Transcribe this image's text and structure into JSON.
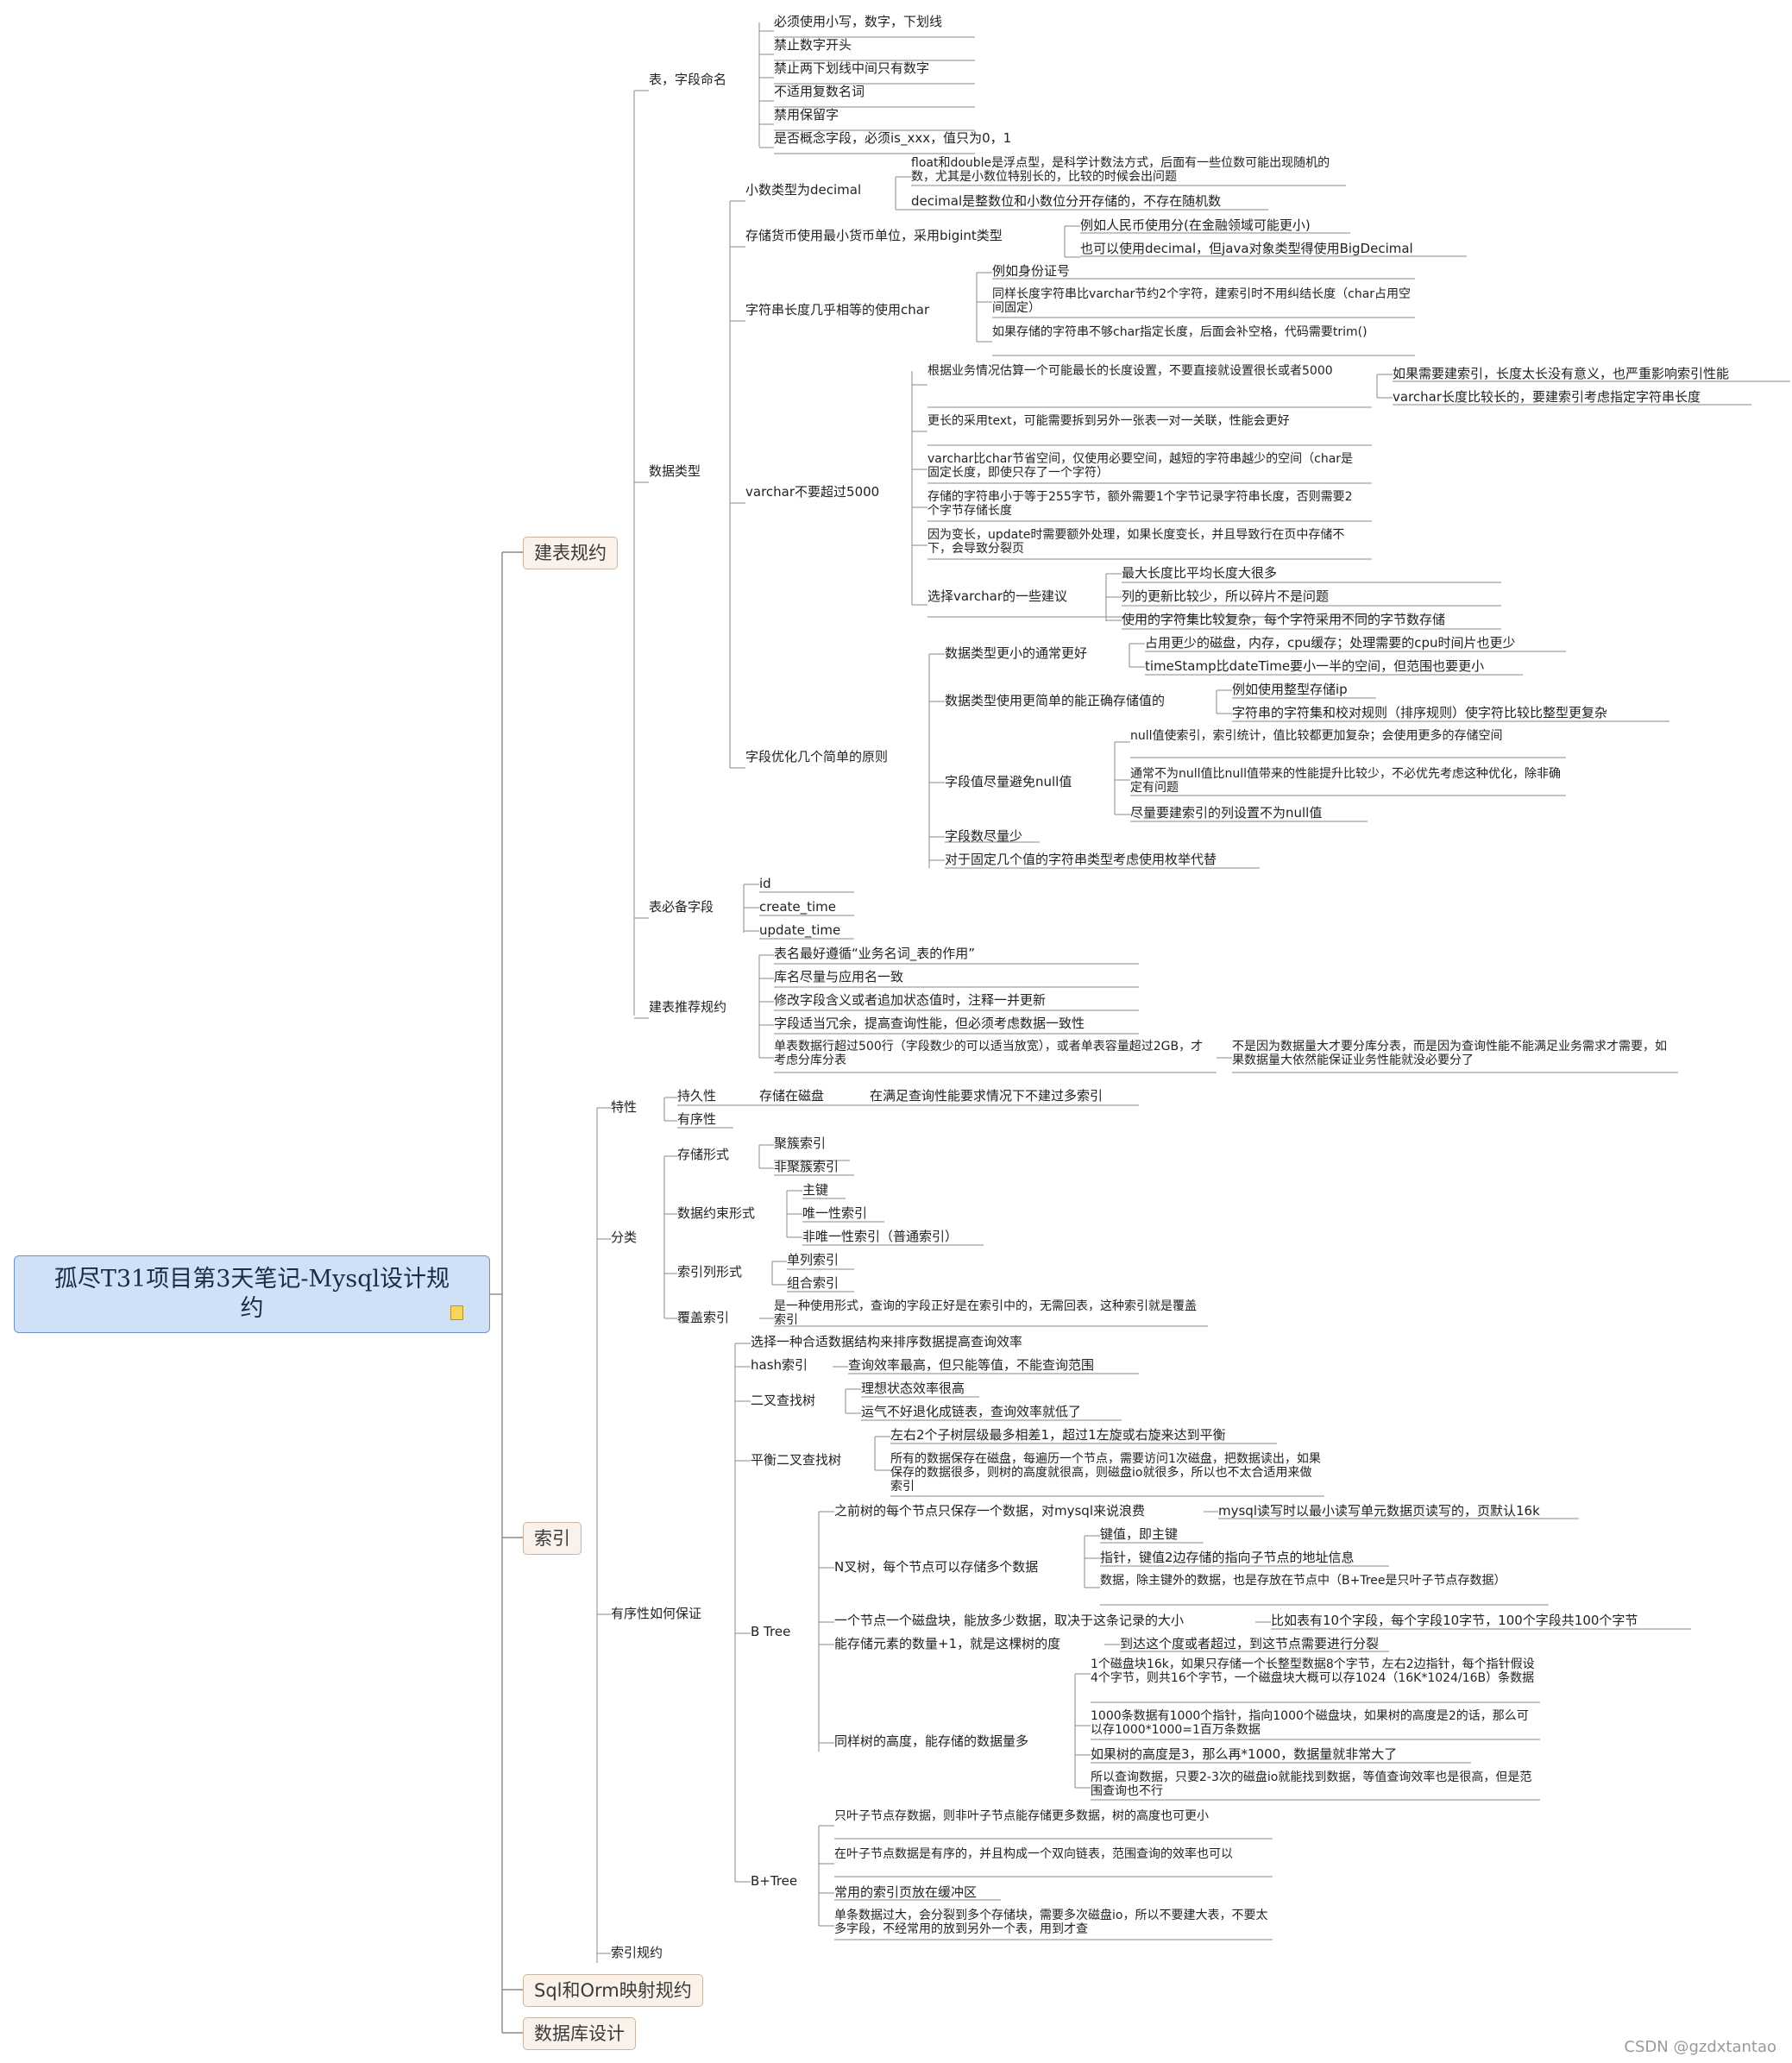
{
  "root": "孤尽T31项目第3天笔记-Mysql设计规约",
  "watermark": "CSDN @gzdxtantao",
  "colors": {
    "root_fill": "#cfe0f7",
    "main_fill": "#faf2ea",
    "line": "#8a8a8a"
  },
  "main": {
    "jianbiao": "建表规约",
    "suoyin": "索引",
    "orm": "Sql和Orm映射规约",
    "db": "数据库设计"
  },
  "nodes": {
    "biao_ziduan": "表，字段命名",
    "mingming": [
      "必须使用小写，数字，下划线",
      "禁止数字开头",
      "禁止两下划线中间只有数字",
      "不适用复数名词",
      "禁用保留字",
      "是否概念字段，必须is_xxx，值只为0，1"
    ],
    "shujuleixing": "数据类型",
    "xiaoshu": "小数类型为decimal",
    "xiaoshu_c": [
      "float和double是浮点型，是科学计数法方式，后面有一些位数可能出现随机的数，尤其是小数位特别长的，比较的时候会出问题",
      "decimal是整数位和小数位分开存储的，不存在随机数"
    ],
    "huobi": "存储货币使用最小货币单位，采用bigint类型",
    "huobi_c": [
      "例如人民币使用分(在金融领域可能更小)",
      "也可以使用decimal，但java对象类型得使用BigDecimal"
    ],
    "char": "字符串长度几乎相等的使用char",
    "char_c": [
      "例如身份证号",
      "同样长度字符串比varchar节约2个字符，建索引时不用纠结长度（char占用空间固定）",
      "如果存储的字符串不够char指定长度，后面会补空格，代码需要trim()"
    ],
    "varchar": "varchar不要超过5000",
    "varchar_c": [
      "根据业务情况估算一个可能最长的长度设置，不要直接就设置很长或者5000",
      "更长的采用text，可能需要拆到另外一张表一对一关联，性能会更好",
      "varchar比char节省空间，仅使用必要空间，越短的字符串越少的空间（char是固定长度，即使只存了一个字符）",
      "存储的字符串小于等于255字节，额外需要1个字节记录字符串长度，否则需要2个字节存储长度",
      "因为变长，update时需要额外处理，如果长度变长，并且导致行在页中存储不下，会导致分裂页",
      "选择varchar的一些建议"
    ],
    "varchar_len_c": [
      "如果需要建索引，长度太长没有意义，也严重影响索引性能",
      "varchar长度比较长的，要建索引考虑指定字符串长度"
    ],
    "varchar_jy": [
      "最大长度比平均长度大很多",
      "列的更新比较少，所以碎片不是问题",
      "使用的字符集比较复杂，每个字符采用不同的字节数存储"
    ],
    "youhua": "字段优化几个简单的原则",
    "youhua_c": [
      "数据类型更小的通常更好",
      "数据类型使用更简单的能正确存储值的",
      "字段值尽量避免null值",
      "字段数尽量少",
      "对于固定几个值的字符串类型考虑使用枚举代替"
    ],
    "gengxiao_c": [
      "占用更少的磁盘，内存，cpu缓存；处理需要的cpu时间片也更少",
      "timeStamp比dateTime要小一半的空间，但范围也要更小"
    ],
    "jiandan_c": [
      "例如使用整型存储ip",
      "字符串的字符集和校对规则（排序规则）使字符比较比整型更复杂"
    ],
    "null_c": [
      "null值使索引，索引统计，值比较都更加复杂；会使用更多的存储空间",
      "通常不为null值比null值带来的性能提升比较少，不必优先考虑这种优化，除非确定有问题",
      "尽量要建索引的列设置不为null值"
    ],
    "bibei": "表必备字段",
    "bibei_c": [
      "id",
      "create_time",
      "update_time"
    ],
    "tuijian": "建表推荐规约",
    "tuijian_c": [
      "表名最好遵循“业务名词_表的作用”",
      "库名尽量与应用名一致",
      "修改字段含义或者追加状态值时，注释一并更新",
      "字段适当冗余，提高查询性能，但必须考虑数据一致性",
      "单表数据行超过500行（字段数少的可以适当放宽），或者单表容量超过2GB，才考虑分库分表"
    ],
    "fenku_c": "不是因为数据量大才要分库分表，而是因为查询性能不能满足业务需求才需要，如果数据量大依然能保证业务性能就没必要分了",
    "texing": "特性",
    "chijiu": "持久性",
    "cipan": "存储在磁盘",
    "cipan_c": "在满足查询性能要求情况下不建过多索引",
    "youxu": "有序性",
    "fenlei": "分类",
    "cunchu": "存储形式",
    "cunchu_c": [
      "聚簇索引",
      "非聚簇索引"
    ],
    "yueshu": "数据约束形式",
    "yueshu_c": [
      "主键",
      "唯一性索引",
      "非唯一性索引（普通索引）"
    ],
    "lie": "索引列形式",
    "lie_c": [
      "单列索引",
      "组合索引"
    ],
    "fugai": "覆盖索引",
    "fugai_c": "是一种使用形式，查询的字段正好是在索引中的，无需回表，这种索引就是覆盖索引",
    "baozheng": "有序性如何保证",
    "xuanze": "选择一种合适数据结构来排序数据提高查询效率",
    "hash": "hash索引",
    "hash_c": "查询效率最高，但只能等值，不能查询范围",
    "erchashu": "二叉查找树",
    "erchashu_c": [
      "理想状态效率很高",
      "运气不好退化成链表，查询效率就低了"
    ],
    "pingheng": "平衡二叉查找树",
    "pingheng_c": [
      "左右2个子树层级最多相差1，超过1左旋或右旋来达到平衡",
      "所有的数据保存在磁盘，每遍历一个节点，需要访问1次磁盘，把数据读出，如果保存的数据很多，则树的高度就很高，则磁盘io就很多，所以也不太合适用来做索引"
    ],
    "btree": "B Tree",
    "btree_c": [
      "之前树的每个节点只保存一个数据，对mysql来说浪费",
      "N叉树，每个节点可以存储多个数据",
      "一个节点一个磁盘块，能放多少数据，取决于这条记录的大小",
      "能存储元素的数量+1，就是这棵树的度",
      "同样树的高度，能存储的数据量多"
    ],
    "mysql16k": "mysql读写时以最小读写单元数据页读写的，页默认16k",
    "ncha_c": [
      "键值，即主键",
      "指针，键值2边存储的指向子节点的地址信息",
      "数据，除主键外的数据，也是存放在节点中（B+Tree是只叶子节点存数据）"
    ],
    "ziduan_c": "比如表有10个字段，每个字段10字节，100个字段共100个字节",
    "du_c": "到达这个度或者超过，到这节点需要进行分裂",
    "gaodu_c": [
      "1个磁盘块16k，如果只存储一个长整型数据8个字节，左右2边指针，每个指针假设4个字节，则共16个字节，一个磁盘块大概可以存1024（16K*1024/16B）条数据",
      "1000条数据有1000个指针，指向1000个磁盘块，如果树的高度是2的话，那么可以存1000*1000=1百万条数据",
      "如果树的高度是3，那么再*1000，数据量就非常大了",
      "所以查询数据，只要2-3次的磁盘io就能找到数据，等值查询效率也是很高，但是范围查询也不行"
    ],
    "bplus": "B+Tree",
    "bplus_c": [
      "只叶子节点存数据，则非叶子节点能存储更多数据，树的高度也可更小",
      "在叶子节点数据是有序的，并且构成一个双向链表，范围查询的效率也可以",
      "常用的索引页放在缓冲区",
      "单条数据过大，会分裂到多个存储块，需要多次磁盘io，所以不要建大表，不要太多字段，不经常用的放到另外一个表，用到才查"
    ],
    "guiyue": "索引规约"
  }
}
